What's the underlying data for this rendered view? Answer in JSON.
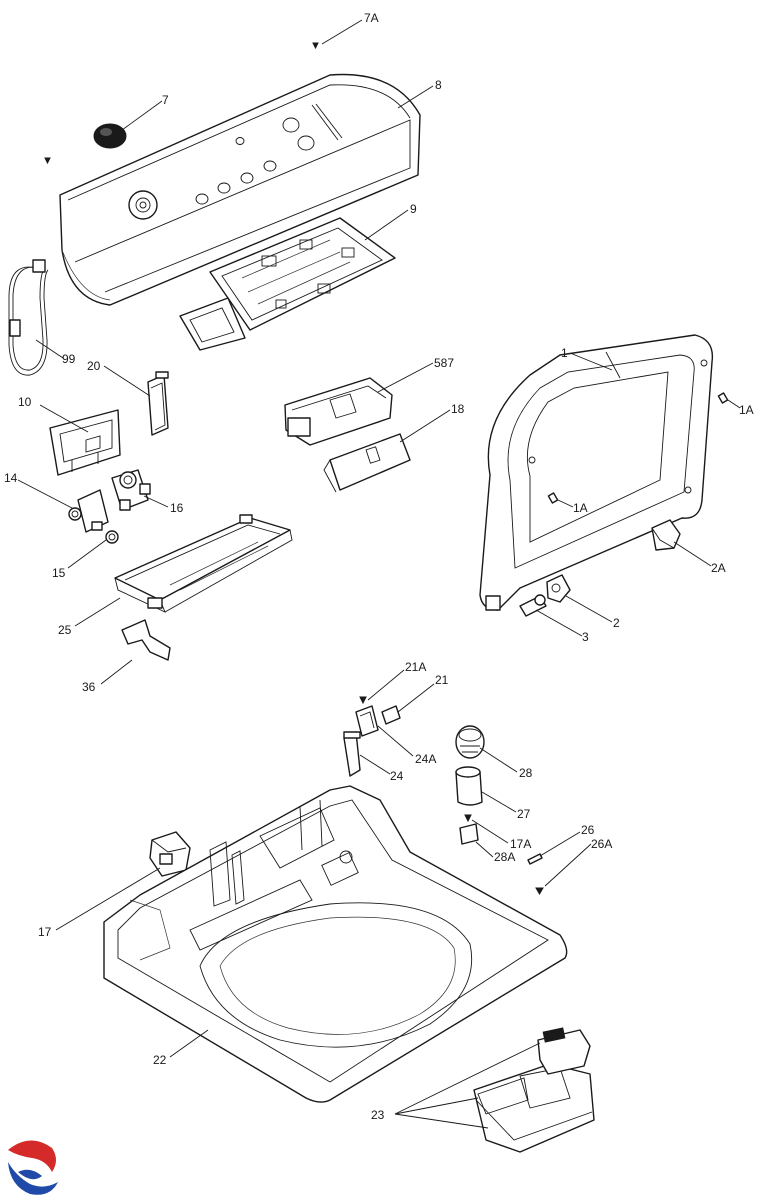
{
  "parts": [
    {
      "id": "p7A",
      "label": "7A"
    },
    {
      "id": "p8",
      "label": "8"
    },
    {
      "id": "p7",
      "label": "7"
    },
    {
      "id": "p9",
      "label": "9"
    },
    {
      "id": "p99",
      "label": "99"
    },
    {
      "id": "p20",
      "label": "20"
    },
    {
      "id": "p587",
      "label": "587"
    },
    {
      "id": "p1",
      "label": "1"
    },
    {
      "id": "p1A_a",
      "label": "1A"
    },
    {
      "id": "p10",
      "label": "10"
    },
    {
      "id": "p18",
      "label": "18"
    },
    {
      "id": "p14",
      "label": "14"
    },
    {
      "id": "p16",
      "label": "16"
    },
    {
      "id": "p1A_b",
      "label": "1A"
    },
    {
      "id": "p15",
      "label": "15"
    },
    {
      "id": "p2A",
      "label": "2A"
    },
    {
      "id": "p2",
      "label": "2"
    },
    {
      "id": "p25",
      "label": "25"
    },
    {
      "id": "p3",
      "label": "3"
    },
    {
      "id": "p36",
      "label": "36"
    },
    {
      "id": "p21A",
      "label": "21A"
    },
    {
      "id": "p21",
      "label": "21"
    },
    {
      "id": "p24A",
      "label": "24A"
    },
    {
      "id": "p28",
      "label": "28"
    },
    {
      "id": "p24",
      "label": "24"
    },
    {
      "id": "p27",
      "label": "27"
    },
    {
      "id": "p26",
      "label": "26"
    },
    {
      "id": "p17A",
      "label": "17A"
    },
    {
      "id": "p26A",
      "label": "26A"
    },
    {
      "id": "p28A",
      "label": "28A"
    },
    {
      "id": "p17",
      "label": "17"
    },
    {
      "id": "p22",
      "label": "22"
    },
    {
      "id": "p23",
      "label": "23"
    }
  ],
  "colors": {
    "line": "#1a1a1a",
    "logo_red": "#d42a2a",
    "logo_blue": "#1f4aa8"
  },
  "icons": {
    "logo": "brand-swirl-logo"
  }
}
